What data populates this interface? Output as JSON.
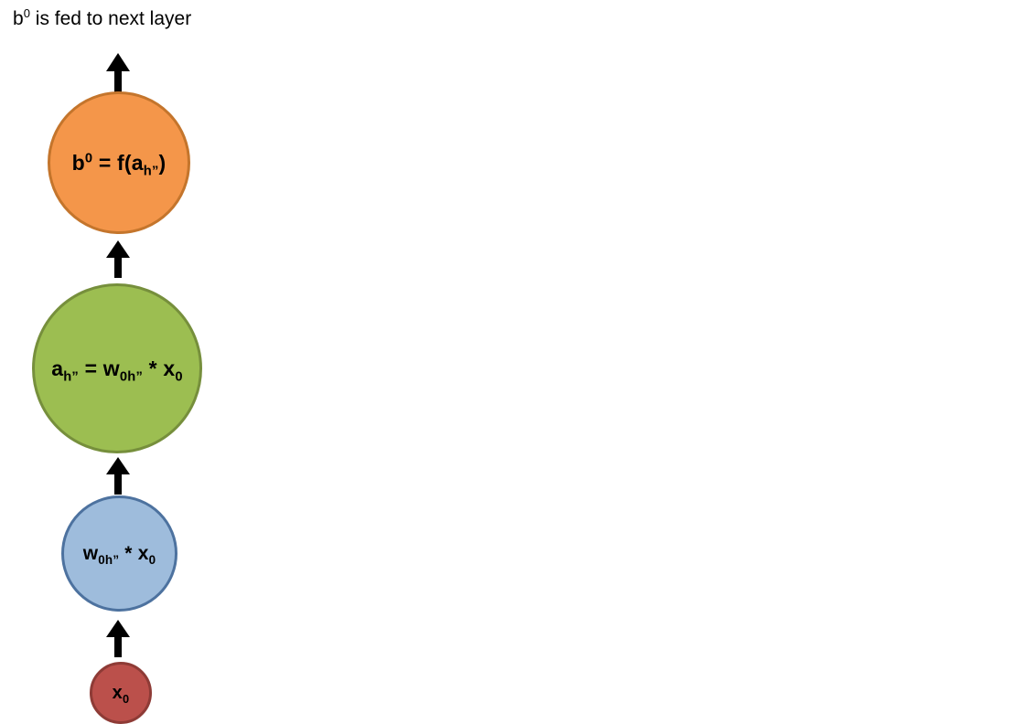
{
  "caption": {
    "prefix": "b",
    "superscript": "0",
    "suffix": " is fed to next layer",
    "full_text": "b0 is fed to next layer"
  },
  "diagram": {
    "type": "flow-diagram",
    "direction": "bottom-to-top",
    "nodes": [
      {
        "id": "output",
        "name": "output-node",
        "shape": "circle",
        "label_plain": "b0 = f(ah”)",
        "label_parts": {
          "b": "b",
          "b_sup": "0",
          "eq": " = f(a",
          "a_sub": "h”",
          "close": ")"
        },
        "fill_color": "#F4964A",
        "border_color": "#C4752C"
      },
      {
        "id": "activation",
        "name": "activation-node",
        "shape": "circle",
        "label_plain": "ah” = w0h” * x0",
        "label_parts": {
          "a": "a",
          "a_sub": "h”",
          "eq": " = w",
          "w_sub": "0h”",
          "times": " * x",
          "x_sub": "0"
        },
        "fill_color": "#9CBE51",
        "border_color": "#768F3C"
      },
      {
        "id": "product",
        "name": "product-node",
        "shape": "circle",
        "label_plain": "w0h” * x0",
        "label_parts": {
          "w": "w",
          "w_sub": "0h”",
          "times": " * x",
          "x_sub": "0"
        },
        "fill_color": "#9EBCDC",
        "border_color": "#4D729F"
      },
      {
        "id": "input",
        "name": "input-node",
        "shape": "circle",
        "label_plain": "x0",
        "label_parts": {
          "x": "x",
          "x_sub": "0"
        },
        "fill_color": "#BB504B",
        "border_color": "#8E3B36"
      }
    ],
    "arrows": [
      {
        "id": "input-to-product",
        "name": "arrow-input-to-product",
        "from": "input",
        "to": "product",
        "color": "#000000"
      },
      {
        "id": "product-to-activation",
        "name": "arrow-product-to-activation",
        "from": "product",
        "to": "activation",
        "color": "#000000"
      },
      {
        "id": "activation-to-output",
        "name": "arrow-activation-to-output",
        "from": "activation",
        "to": "output",
        "color": "#000000"
      },
      {
        "id": "output-to-next-layer",
        "name": "arrow-output-to-next-layer",
        "from": "output",
        "to": "next-layer",
        "color": "#000000"
      }
    ]
  }
}
